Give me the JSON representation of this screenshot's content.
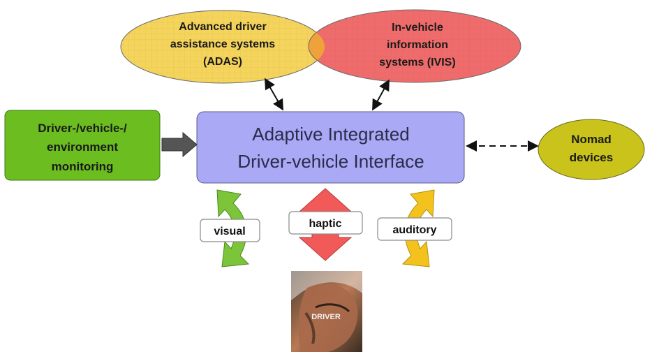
{
  "colors": {
    "adas": "#f5d45c",
    "ivis": "#f06c6c",
    "overlap": "#f0a23a",
    "main_box": "#a9a9f5",
    "monitoring": "#6cbd1f",
    "nomad": "#c9c31c",
    "visual_arrow": "#7cc43a",
    "haptic_arrow": "#f25a5a",
    "auditory_arrow": "#f3c21c"
  },
  "adas": {
    "line1": "Advanced driver",
    "line2": "assistance systems",
    "line3": "(ADAS)"
  },
  "ivis": {
    "line1": "In-vehicle",
    "line2": "information",
    "line3": "systems (IVIS)"
  },
  "main": {
    "line1": "Adaptive Integrated",
    "line2": "Driver-vehicle Interface"
  },
  "monitoring": {
    "line1": "Driver-/vehicle-/",
    "line2": "environment",
    "line3": "monitoring"
  },
  "nomad": {
    "line1": "Nomad",
    "line2": "devices"
  },
  "channels": {
    "visual": "visual",
    "haptic": "haptic",
    "auditory": "auditory"
  },
  "driver": {
    "caption": "DRIVER"
  }
}
